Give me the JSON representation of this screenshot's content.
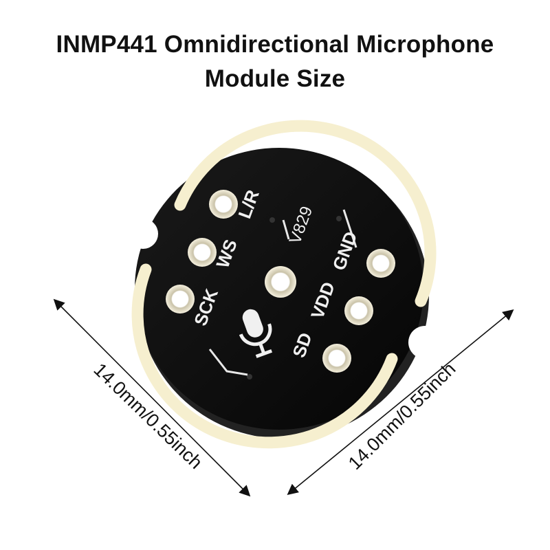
{
  "title": {
    "line1": "INMP441 Omnidirectional Microphone",
    "line2": "Module Size"
  },
  "dimensions": {
    "left": "14.0mm/0.55inch",
    "right": "14.0mm/0.55inch"
  },
  "board": {
    "labels": {
      "lr": "L/R",
      "ws": "WS",
      "sck": "SCK",
      "v829": "V829",
      "gnd": "GND",
      "vdd": "VDD",
      "sd": "SD"
    },
    "colors": {
      "pcb": "#0b0b0b",
      "pcb_edge": "#2a2a2a",
      "silkscreen": "#f0f0f0",
      "ring": "#f6efcf",
      "pad_outer": "#f3eedf",
      "hole": "#ffffff"
    }
  }
}
